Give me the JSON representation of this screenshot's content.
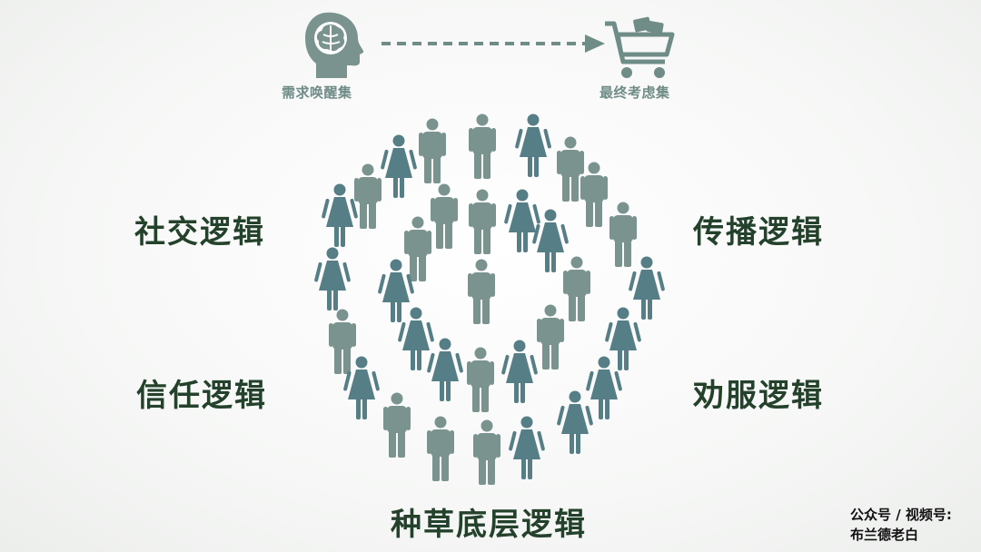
{
  "flow": {
    "left_label": "需求唤醒集",
    "right_label": "最终考虑集",
    "left_icon": "head-brain-icon",
    "right_icon": "shopping-cart-icon",
    "arrow_icon": "dashed-arrow-icon"
  },
  "logics": {
    "social": "社交逻辑",
    "spread": "传播逻辑",
    "trust": "信任逻辑",
    "persuade": "劝服逻辑",
    "bottom": "种草底层逻辑"
  },
  "watermark": {
    "line1": "公众号 / 视频号:",
    "line2": "布兰德老白"
  },
  "colors": {
    "male": "#7b938e",
    "female": "#567e86",
    "logic_text": "#24412c",
    "flow_label": "#6f8c87"
  },
  "crowd": {
    "people": [
      {
        "g": "m"
      },
      {
        "g": "f"
      },
      {
        "g": "m"
      },
      {
        "g": "f"
      },
      {
        "g": "m"
      },
      {
        "g": "m"
      },
      {
        "g": "m"
      },
      {
        "g": "f"
      },
      {
        "g": "m"
      },
      {
        "g": "m"
      },
      {
        "g": "f"
      },
      {
        "g": "m"
      },
      {
        "g": "f"
      },
      {
        "g": "m"
      },
      {
        "g": "f"
      },
      {
        "g": "f"
      },
      {
        "g": "m"
      },
      {
        "g": "f"
      },
      {
        "g": "m"
      },
      {
        "g": "m"
      },
      {
        "g": "f"
      },
      {
        "g": "m"
      },
      {
        "g": "f"
      },
      {
        "g": "f"
      },
      {
        "g": "f"
      },
      {
        "g": "f"
      },
      {
        "g": "m"
      },
      {
        "g": "f"
      },
      {
        "g": "m"
      },
      {
        "g": "f"
      },
      {
        "g": "m"
      },
      {
        "g": "f"
      },
      {
        "g": "m"
      },
      {
        "g": "f"
      }
    ]
  }
}
